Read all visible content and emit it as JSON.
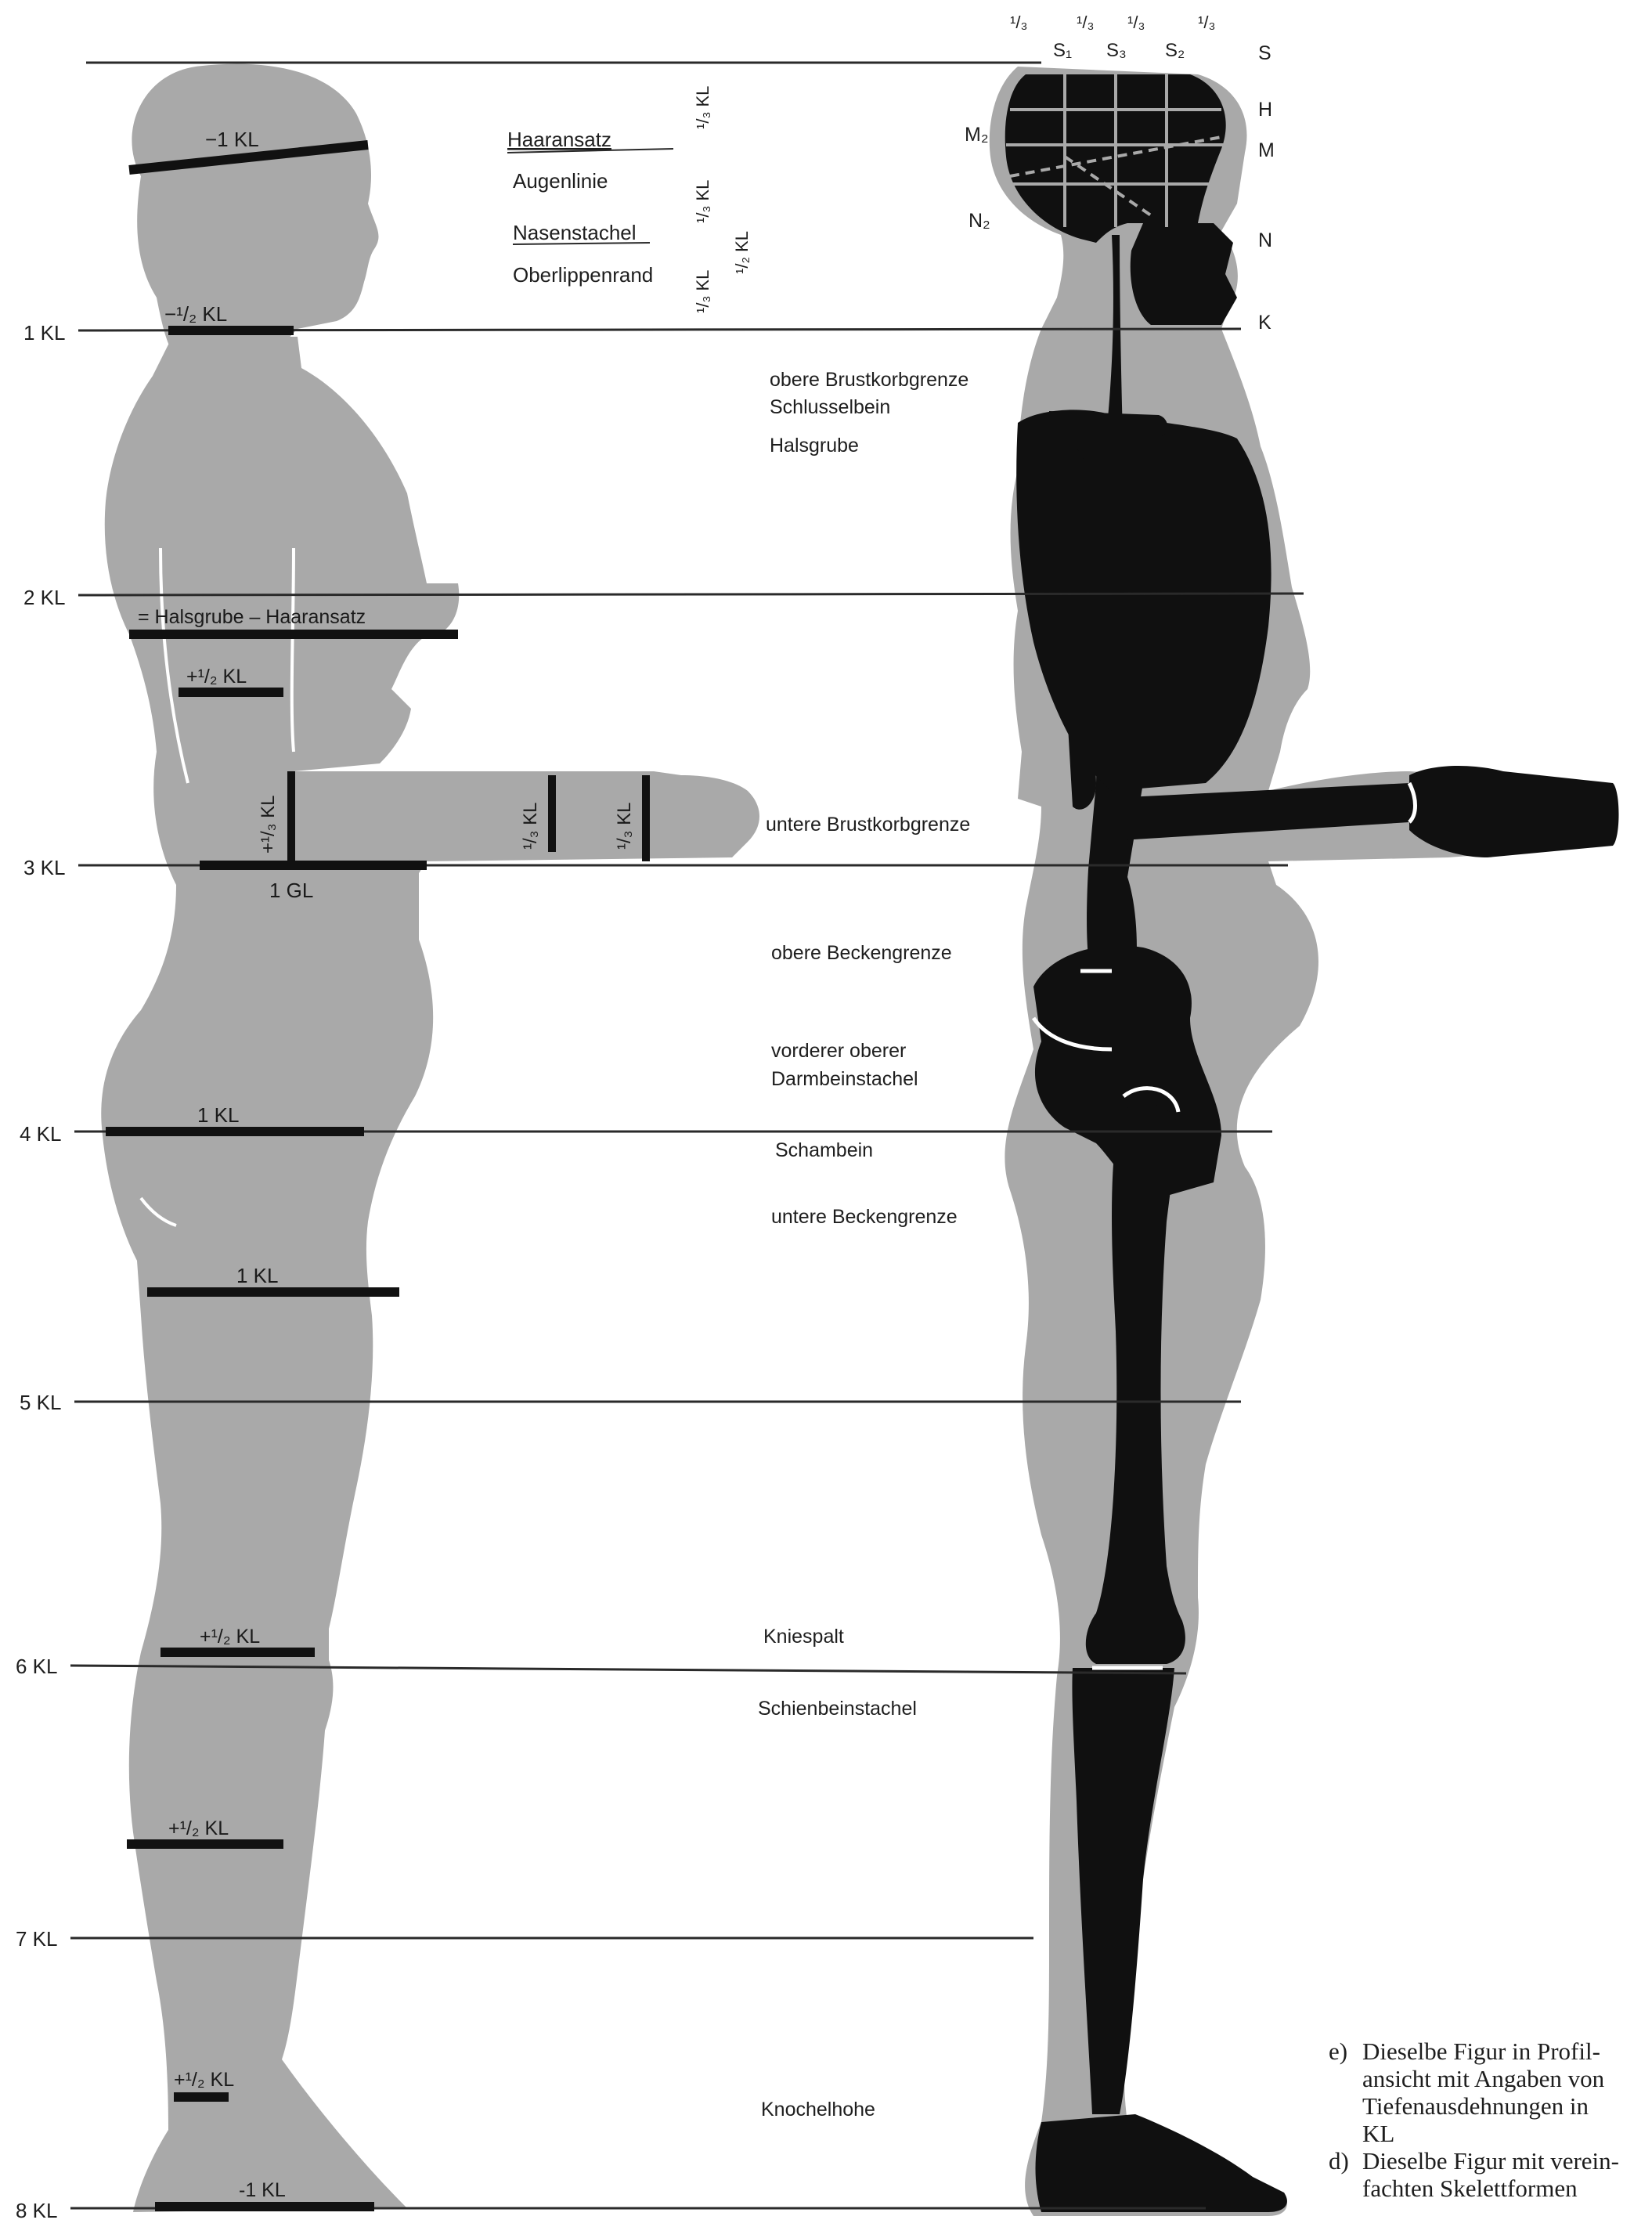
{
  "levels": [
    "1 KL",
    "2 KL",
    "3 KL",
    "4 KL",
    "5 KL",
    "6 KL",
    "7 KL",
    "8 KL"
  ],
  "left_figure": {
    "head_band": "−1 KL",
    "neck_band": "−¹/₂ KL",
    "chest_band": "= Halsgrube – Haaransatz",
    "waist_band": "+¹/₂ KL",
    "arm_upper": "+¹/₃ KL",
    "arm_wrist": "¹/₃ KL",
    "arm_hand": "¹/₃ KL",
    "gl_label": "1 GL",
    "hip_band": "1 KL",
    "thigh_band": "1 KL",
    "knee_band": "+¹/₂ KL",
    "calf_band": "+¹/₂ KL",
    "ankle_band": "+¹/₂ KL",
    "foot_band": "-1 KL"
  },
  "face_labels": [
    "Haaransatz",
    "Augenlinie",
    "Nasenstachel",
    "Oberlippenrand"
  ],
  "face_fractions": {
    "third_top": "¹/₃ KL",
    "third_mid": "¹/₃ KL",
    "third_low": "¹/₃ KL",
    "half": "¹/₂ KL"
  },
  "head_grid": {
    "thirds": [
      "¹/₃",
      "¹/₃",
      "¹/₃",
      "¹/₃"
    ],
    "s_points": [
      "S₁",
      "S₃",
      "S₂"
    ],
    "right_letters": [
      "S",
      "H",
      "M",
      "N",
      "K"
    ],
    "m2": "M₂",
    "n2": "N₂"
  },
  "anatomy_labels": [
    "obere Brustkorbgrenze",
    "Schlusselbein",
    "Halsgrube",
    "untere Brustkorbgrenze",
    "obere Beckengrenze",
    "vorderer oberer",
    "Darmbeinstachel",
    "Schambein",
    "untere Beckengrenze",
    "Kniespalt",
    "Schienbeinstachel",
    "Knochelhohe"
  ],
  "caption": {
    "e_marker": "e)",
    "e_lines": [
      "Dieselbe Figur in Profil-",
      "ansicht mit Angaben von",
      "Tiefenausdehnungen in",
      "KL"
    ],
    "d_marker": "d)",
    "d_lines": [
      "Dieselbe Figur mit verein-",
      "fachten Skelettformen"
    ]
  },
  "colors": {
    "figure_gray": "#a9a9a9",
    "skeleton_black": "#101010",
    "band_black": "#111111",
    "line_color": "#2a2a2a"
  }
}
